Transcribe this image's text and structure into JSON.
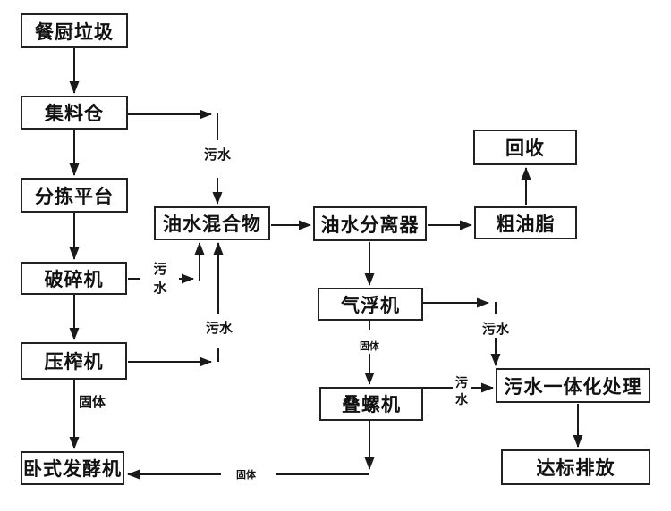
{
  "diagram": {
    "background_color": "#ffffff",
    "line_color": "#1a1a1a",
    "nodes": [
      {
        "id": "kitchen-waste",
        "label": "餐厨垃圾"
      },
      {
        "id": "collection-bin",
        "label": "集料仓"
      },
      {
        "id": "sorting-platform",
        "label": "分拣平台"
      },
      {
        "id": "crusher",
        "label": "破碎机"
      },
      {
        "id": "press",
        "label": "压榨机"
      },
      {
        "id": "horizontal-fermenter",
        "label": "卧式发酵机"
      },
      {
        "id": "oil-water-mixture",
        "label": "油水混合物"
      },
      {
        "id": "oil-water-separator",
        "label": "油水分离器"
      },
      {
        "id": "recycle",
        "label": "回收"
      },
      {
        "id": "crude-grease",
        "label": "粗油脂"
      },
      {
        "id": "air-flotation-machine",
        "label": "气浮机"
      },
      {
        "id": "screw-stacking-machine",
        "label": "叠螺机"
      },
      {
        "id": "integrated-sewage-treatment",
        "label": "污水一体化处理"
      },
      {
        "id": "compliant-discharge",
        "label": "达标排放"
      }
    ],
    "edge_labels": [
      {
        "id": "sewage-bin-to-mixture",
        "text": "污水"
      },
      {
        "id": "sewage-crusher-to-mixture",
        "text": "污水"
      },
      {
        "id": "sewage-press-to-mixture",
        "text": "污水"
      },
      {
        "id": "solid-press-to-fermenter",
        "text": "固体"
      },
      {
        "id": "solid-flotation-to-screw",
        "text": "固体"
      },
      {
        "id": "sewage-flotation-to-treatment",
        "text": "污水"
      },
      {
        "id": "sewage-screw-to-treatment",
        "text": "污水"
      },
      {
        "id": "solid-screw-to-fermenter",
        "text": "固体"
      }
    ]
  }
}
